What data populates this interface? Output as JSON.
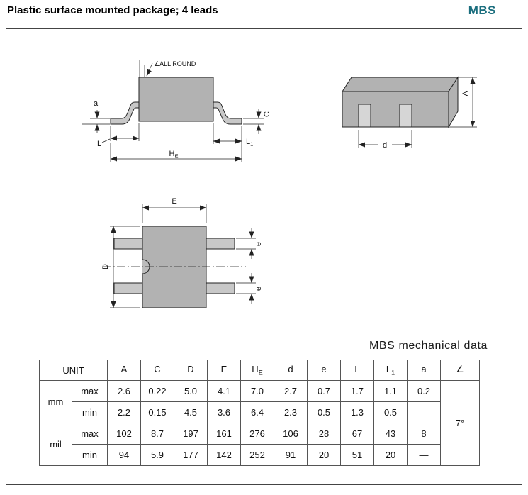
{
  "header": {
    "title": "Plastic surface mounted package; 4 leads",
    "code": "MBS"
  },
  "drawing": {
    "all_round_label": "∠ALL ROUND",
    "dims": {
      "a": "a",
      "L": "L",
      "C": "C",
      "L1_main": "L",
      "L1_sub": "1",
      "HE_main": "H",
      "HE_sub": "E",
      "E": "E",
      "D": "D",
      "e": "e",
      "d": "d",
      "A": "A"
    }
  },
  "section_title": "MBS mechanical data",
  "colors": {
    "brand_teal": "#1b6e7e",
    "package_gray": "#b2b2b2"
  },
  "table": {
    "unit_header": "UNIT",
    "headers": [
      {
        "main": "A",
        "sub": ""
      },
      {
        "main": "C",
        "sub": ""
      },
      {
        "main": "D",
        "sub": ""
      },
      {
        "main": "E",
        "sub": ""
      },
      {
        "main": "H",
        "sub": "E"
      },
      {
        "main": "d",
        "sub": ""
      },
      {
        "main": "e",
        "sub": ""
      },
      {
        "main": "L",
        "sub": ""
      },
      {
        "main": "L",
        "sub": "1"
      },
      {
        "main": "a",
        "sub": ""
      },
      {
        "main": "∠",
        "sub": ""
      }
    ],
    "rows": [
      {
        "unit": "mm",
        "limit": "max",
        "values": [
          "2.6",
          "0.22",
          "5.0",
          "4.1",
          "7.0",
          "2.7",
          "0.7",
          "1.7",
          "1.1",
          "0.2"
        ]
      },
      {
        "limit": "min",
        "values": [
          "2.2",
          "0.15",
          "4.5",
          "3.6",
          "6.4",
          "2.3",
          "0.5",
          "1.3",
          "0.5",
          "—"
        ]
      },
      {
        "unit": "mil",
        "limit": "max",
        "values": [
          "102",
          "8.7",
          "197",
          "161",
          "276",
          "106",
          "28",
          "67",
          "43",
          "8"
        ]
      },
      {
        "limit": "min",
        "values": [
          "94",
          "5.9",
          "177",
          "142",
          "252",
          "91",
          "20",
          "51",
          "20",
          "—"
        ]
      }
    ],
    "angle_value": "7°"
  }
}
